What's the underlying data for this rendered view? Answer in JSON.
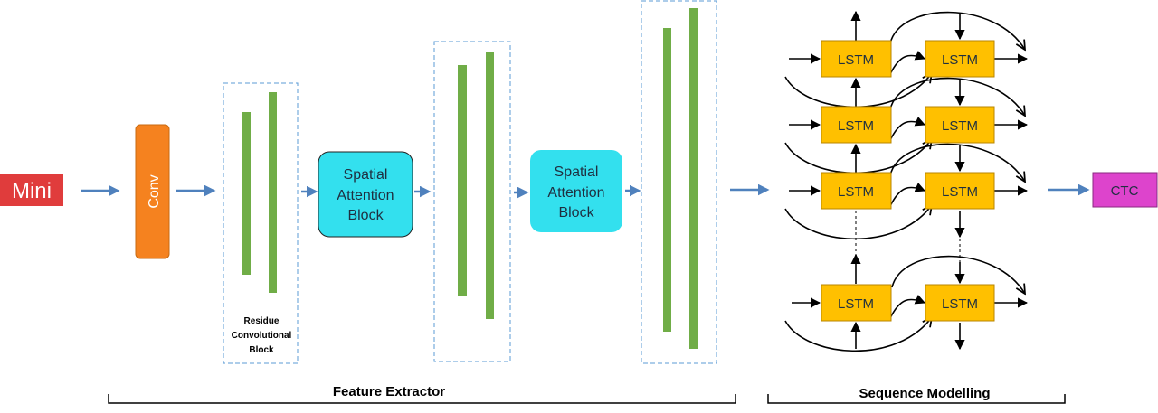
{
  "input": {
    "text": "Mini"
  },
  "conv": {
    "label": "Conv"
  },
  "blocks": {
    "residue_label": [
      "Residue",
      "Convolutional",
      "Block"
    ],
    "attention_1": [
      "Spatial",
      "Attention",
      "Block"
    ],
    "attention_2": [
      "Spatial",
      "Attention",
      "Block"
    ]
  },
  "lstm": {
    "label": "LSTM",
    "rows": 4,
    "columns": 2
  },
  "output": {
    "label": "CTC"
  },
  "sections": {
    "feature_extractor": "Feature Extractor",
    "sequence_modelling": "Sequence Modelling"
  },
  "colors": {
    "conv": "#f5821f",
    "bars": "#70ad47",
    "attention": "#33e0ee",
    "lstm": "#ffc000",
    "ctc": "#dd44cc",
    "input_bg": "#e03c3c",
    "flow_arrow": "#4f81bd",
    "dashed_border": "#5b9bd5"
  }
}
